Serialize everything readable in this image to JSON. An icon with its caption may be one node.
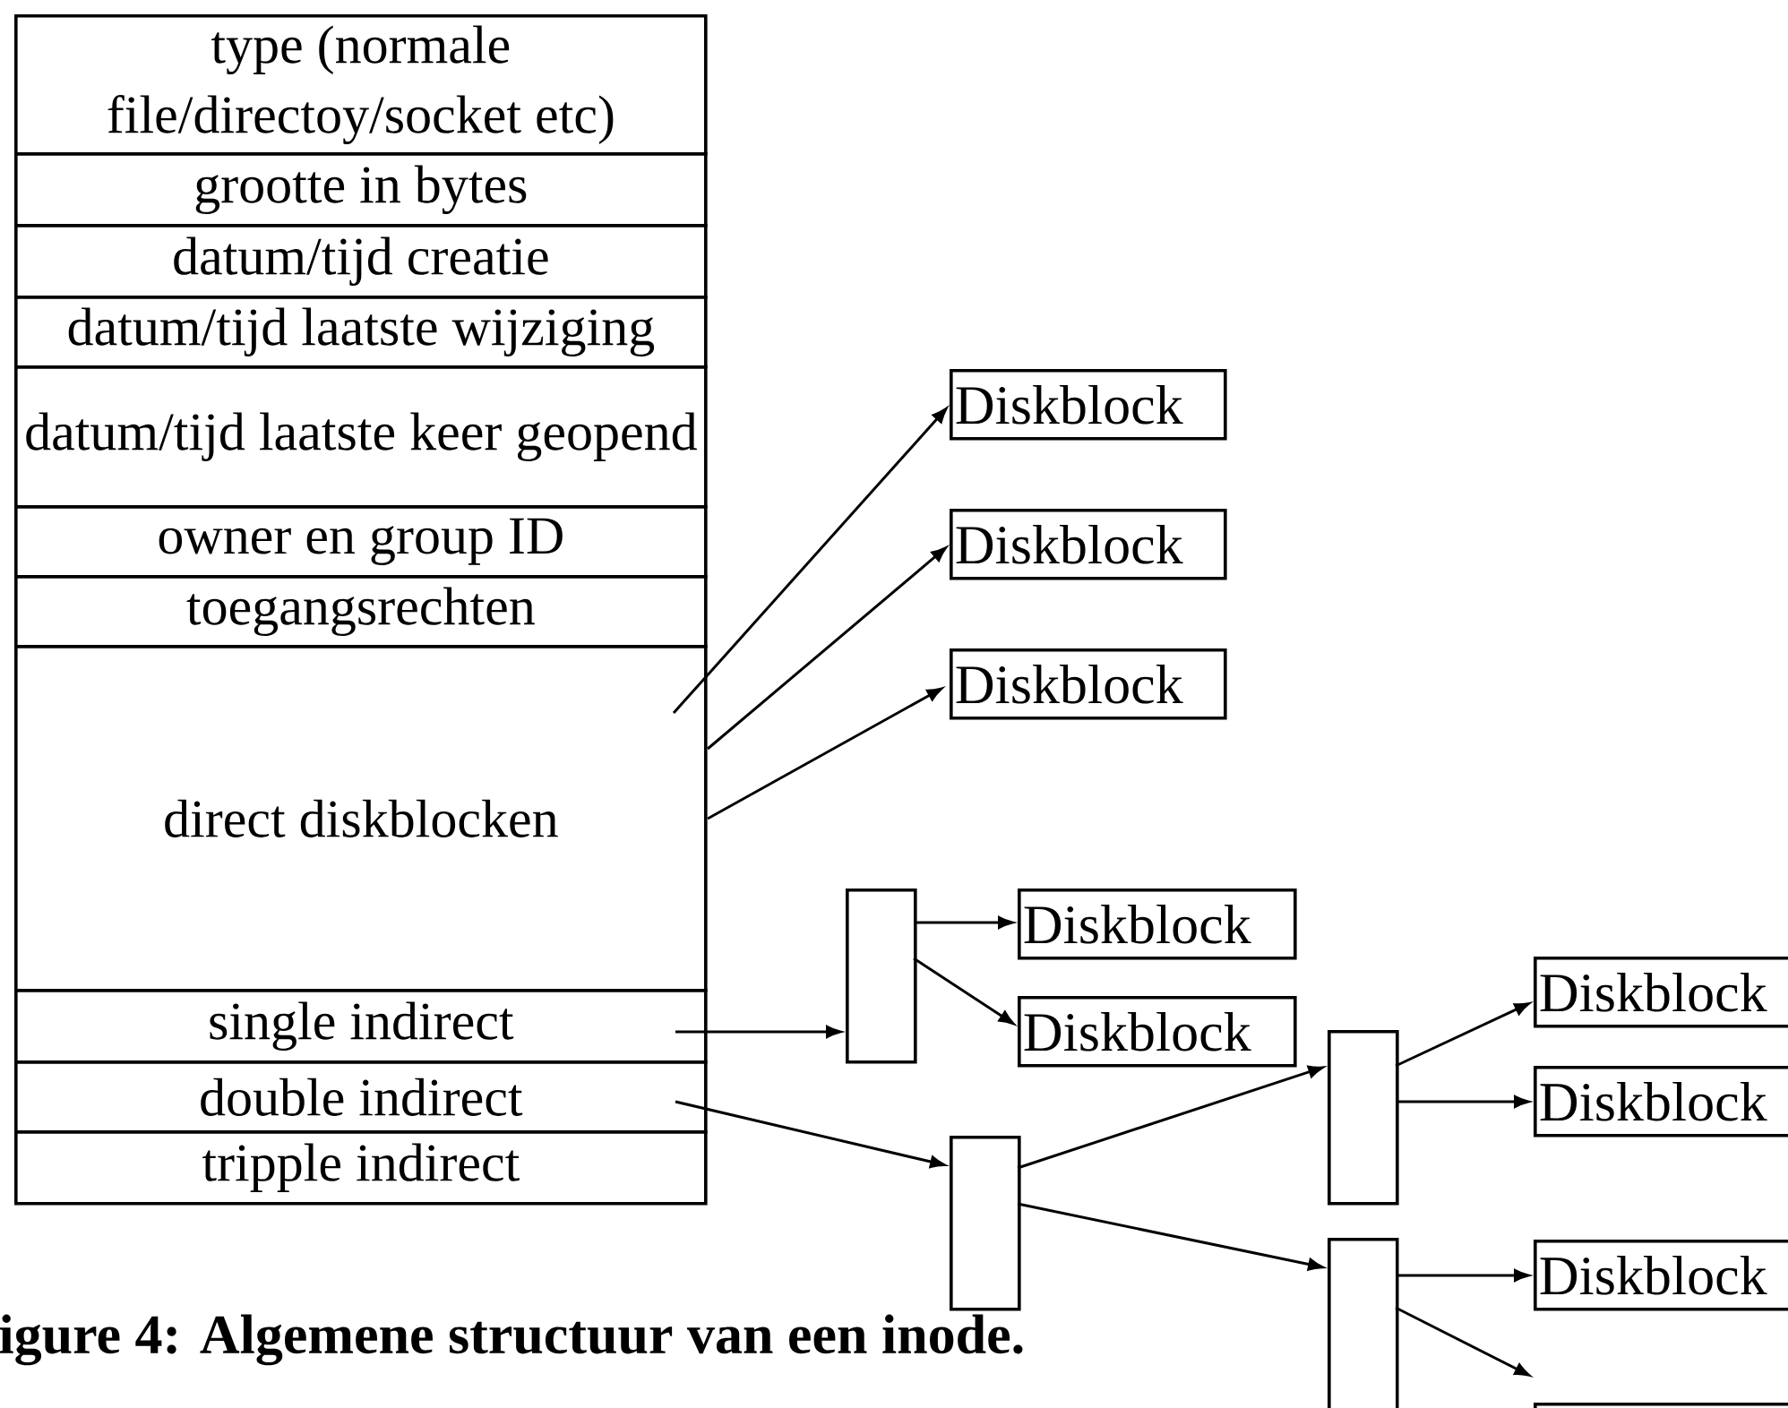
{
  "diagram": {
    "caption": "igure 4: Algemene structuur van een inode.",
    "nodes": [
      {
        "text": [
          "type (normale file/directoy/socket etc)"
        ]
      },
      {
        "text": [
          "grootte in bytes"
        ]
      },
      {
        "text": [
          "datum/tijd creatie"
        ]
      },
      {
        "text": [
          "datum/tijd laatste wijziging"
        ]
      },
      {
        "text": [
          "datum/tijd laatste keer geopend"
        ]
      },
      {
        "text": [
          "owner en group ID"
        ]
      },
      {
        "text": [
          "toegangsrechten"
        ]
      },
      {
        "text": [
          "direct diskblocken"
        ]
      },
      {
        "text": [
          "single indirect"
        ]
      },
      {
        "text": [
          "double indirect"
        ]
      },
      {
        "text": [
          "tripple indirect"
        ]
      },
      {
        "text": [
          "Diskblock"
        ]
      },
      {
        "text": [
          "Diskblock"
        ]
      },
      {
        "text": [
          "Diskblock"
        ]
      },
      {
        "text": [],
        "shape": "box"
      },
      {
        "text": [
          "Diskblock"
        ]
      },
      {
        "text": [
          "Diskblock"
        ]
      },
      {
        "text": [],
        "shape": "box"
      },
      {
        "text": [],
        "shape": "box"
      },
      {
        "text": [
          "Diskblock"
        ]
      },
      {
        "text": [
          "Diskblock"
        ]
      },
      {
        "text": [],
        "shape": "box"
      },
      {
        "text": [
          "Diskblock"
        ]
      },
      {
        "text": [],
        "shape": "box"
      }
    ],
    "edges": [
      {
        "from": 7,
        "to": 11,
        "arrow": "to"
      },
      {
        "from": 7,
        "to": 12,
        "arrow": "to"
      },
      {
        "from": 7,
        "to": 13,
        "arrow": "to"
      },
      {
        "from": 8,
        "to": 14,
        "arrow": "to"
      },
      {
        "from": 14,
        "to": 15,
        "arrow": "to"
      },
      {
        "from": 14,
        "to": 16,
        "arrow": "to"
      },
      {
        "from": 9,
        "to": 17,
        "arrow": "to"
      },
      {
        "from": 17,
        "to": 18,
        "arrow": "to"
      },
      {
        "from": 17,
        "to": 21,
        "arrow": "to"
      },
      {
        "from": 18,
        "to": 19,
        "arrow": "to"
      },
      {
        "from": 18,
        "to": 20,
        "arrow": "to"
      },
      {
        "from": 21,
        "to": 22,
        "arrow": "to"
      },
      {
        "from": 21,
        "to": 23,
        "arrow": "to"
      }
    ]
  }
}
